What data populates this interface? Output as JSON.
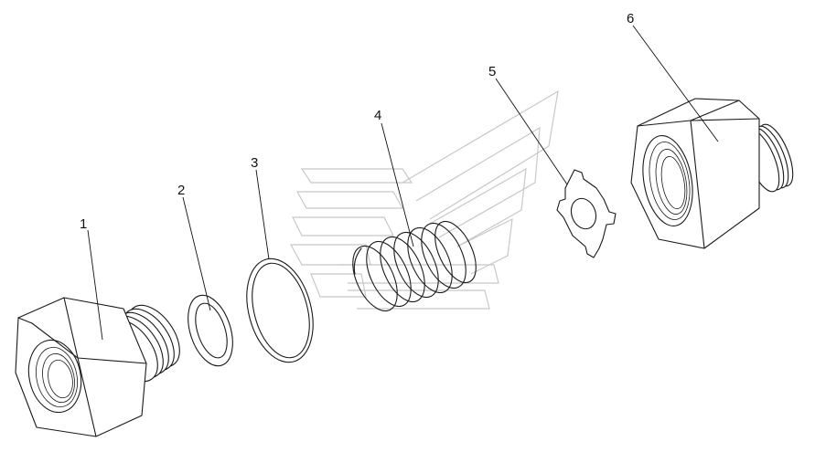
{
  "callouts": {
    "c1": "1",
    "c2": "2",
    "c3": "3",
    "c4": "4",
    "c5": "5",
    "c6": "6"
  },
  "colors": {
    "line": "#1a1a1a",
    "watermark": "#c8c8c8",
    "background": "#ffffff"
  }
}
